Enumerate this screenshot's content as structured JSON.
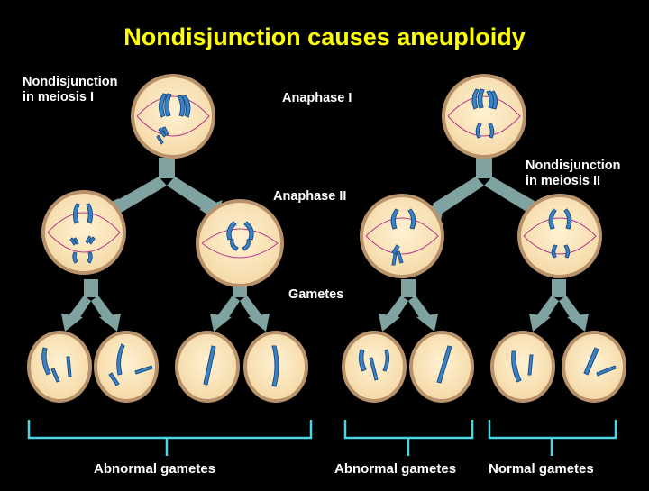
{
  "title": "Nondisjunction causes aneuploidy",
  "labels": {
    "left_event_line1": "Nondisjunction",
    "left_event_line2": "in meiosis I",
    "right_event_line1": "Nondisjunction",
    "right_event_line2": "in meiosis II",
    "anaphase1": "Anaphase I",
    "anaphase2": "Anaphase II",
    "gametes": "Gametes"
  },
  "groups": [
    {
      "label": "Abnormal gametes"
    },
    {
      "label": "Abnormal gametes"
    },
    {
      "label": "Normal gametes"
    }
  ],
  "colors": {
    "background": "#000000",
    "title": "#ffff00",
    "text": "#ffffff",
    "cell_fill": "#fbe3b4",
    "cell_border": "#b8926a",
    "chromosome": "#3b82c4",
    "chromosome_outline": "#1c4f86",
    "spindle": "#b53a8a",
    "arrow": "#7ea3a0",
    "bracket": "#4fd6e6"
  }
}
